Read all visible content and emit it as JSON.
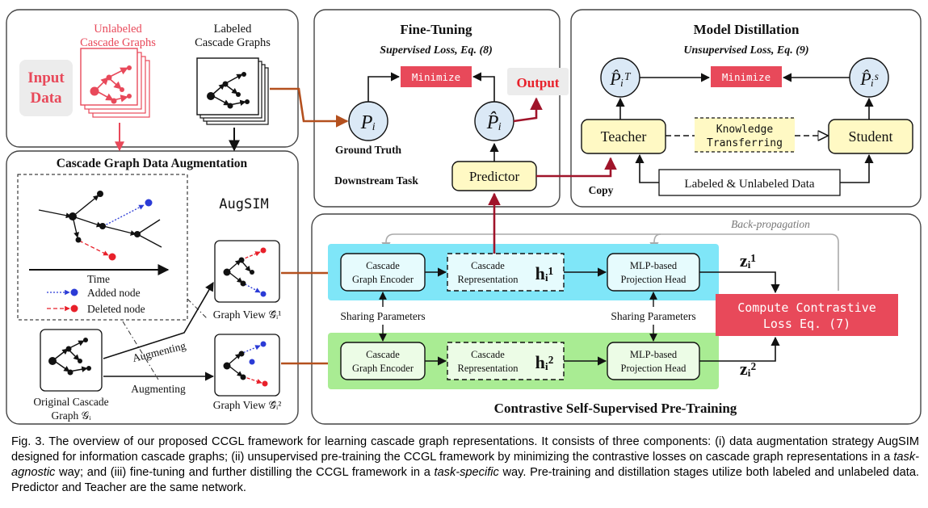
{
  "input": {
    "unlabeled": [
      "Unlabeled",
      "Cascade Graphs"
    ],
    "labeled": [
      "Labeled",
      "Cascade Graphs"
    ],
    "input_data": [
      "Input",
      "Data"
    ]
  },
  "augmentation": {
    "title": "Cascade Graph Data Augmentation",
    "augsim": "AugSIM",
    "time": "Time",
    "added_node": "Added node",
    "deleted_node": "Deleted node",
    "augmenting_1": "Augmenting",
    "augmenting_2": "Augmenting",
    "original": [
      "Original Cascade",
      "Graph 𝒢ᵢ"
    ],
    "view_1": "Graph View 𝒢̂ᵢ¹",
    "view_2": "Graph View 𝒢̂ᵢ²"
  },
  "fine_tuning": {
    "title": "Fine-Tuning",
    "loss": "Supervised Loss, Eq. (8)",
    "minimize": "Minimize",
    "output": "Output",
    "p_i": "Pᵢ",
    "p_hat": "P̂ᵢ",
    "ground_truth": "Ground Truth",
    "downstream": "Downstream Task",
    "predictor": "Predictor"
  },
  "distillation": {
    "title": "Model Distillation",
    "loss": "Unsupervised Loss, Eq. (9)",
    "minimize": "Minimize",
    "p_teacher": "P̂ᵢᵀ",
    "p_student": "P̂ᵢˢ",
    "teacher": "Teacher",
    "student": "Student",
    "knowledge": [
      "Knowledge",
      "Transferring"
    ],
    "copy": "Copy",
    "data": "Labeled & Unlabeled Data"
  },
  "pretraining": {
    "title": "Contrastive Self-Supervised Pre-Training",
    "backprop": "Back-propagation",
    "encoder": [
      "Cascade",
      "Graph Encoder"
    ],
    "representation": [
      "Cascade",
      "Representation"
    ],
    "h1": "hᵢ¹",
    "h2": "hᵢ²",
    "projection": [
      "MLP-based",
      "Projection Head"
    ],
    "sharing_1": "Sharing Parameters",
    "sharing_2": "Sharing Parameters",
    "z1": "zᵢ¹",
    "z2": "zᵢ²",
    "loss": [
      "Compute Contrastive",
      "Loss Eq. (7)"
    ]
  },
  "caption": {
    "p1": "Fig. 3. The overview of our proposed CCGL framework for learning cascade graph representations. It consists of three components: (i) data augmentation strategy AugSIM designed for information cascade graphs; (ii) unsupervised pre-training the CCGL framework by minimizing the contrastive losses on cascade graph representations in a ",
    "i1": "task-agnostic",
    "p2": " way; and (iii) fine-tuning and further distilling the CCGL framework in a ",
    "i2": "task-specific",
    "p3": " way. Pre-training and distillation stages utilize both labeled and unlabeled data. Predictor and Teacher are the same network."
  },
  "colors": {
    "red": "#e8495a",
    "orange_arrow": "#b4501e",
    "dark_red_arrow": "#a0142a",
    "cyan": "#7fe6f8",
    "green": "#a9ec93",
    "yellow": "#fff9c4",
    "circle": "#dbe9f6"
  }
}
